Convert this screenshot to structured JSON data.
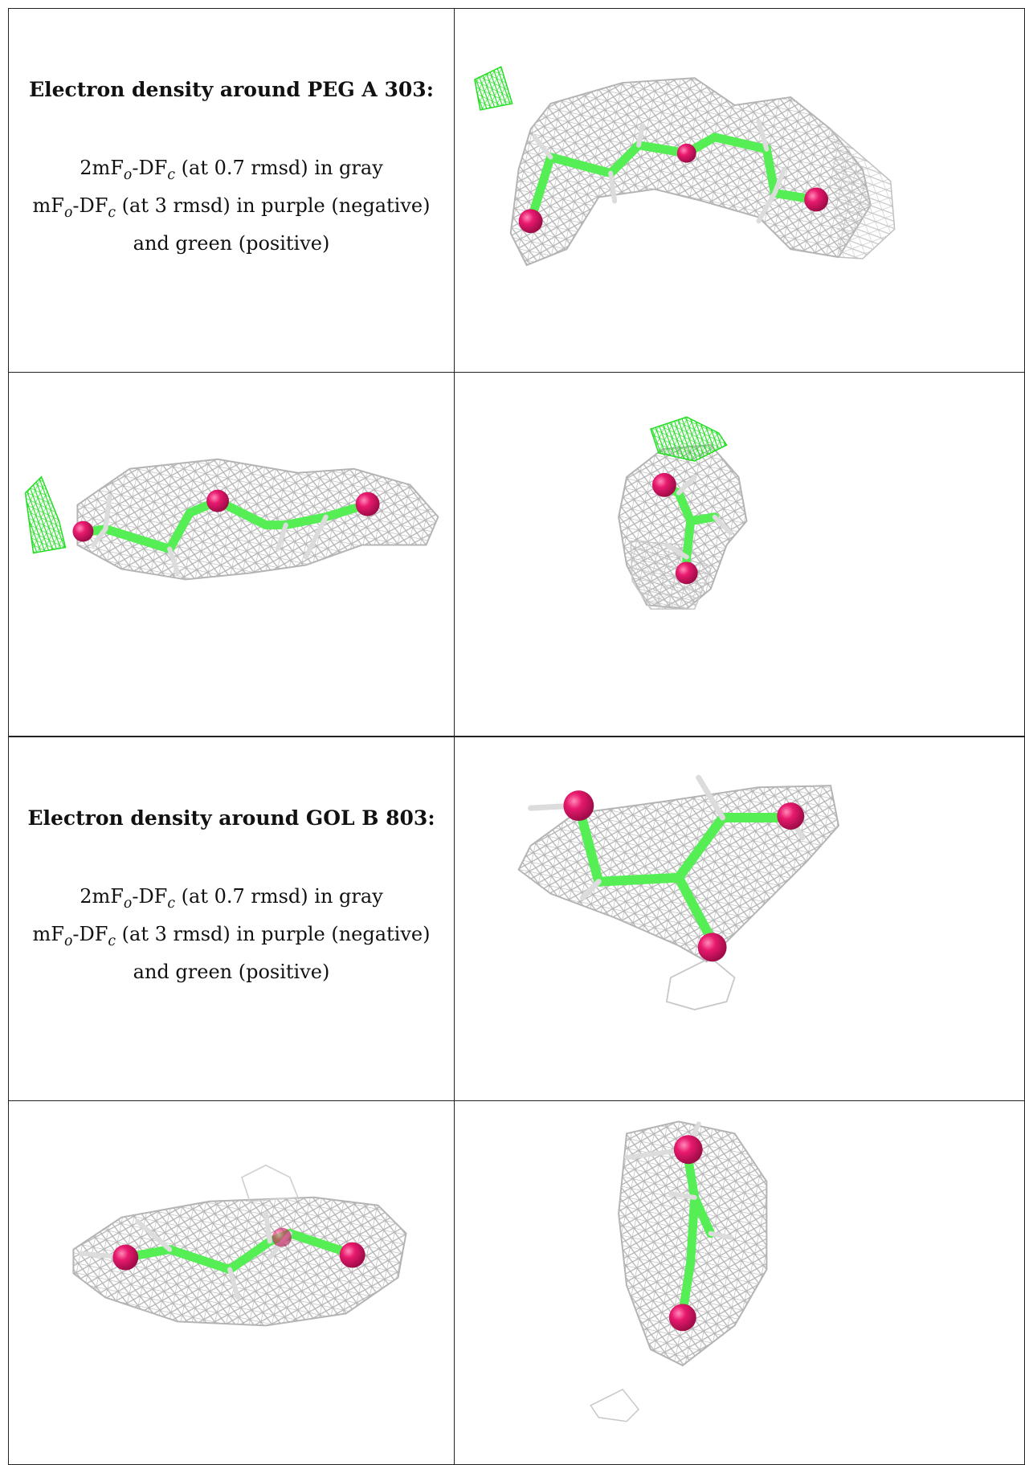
{
  "colors": {
    "mesh_2fo": "#b4b4b4",
    "mesh_positive": "#22dd22",
    "carbon_bond": "#55ee55",
    "oxygen_atom": "#e8196e",
    "hydrogen": "#dcdcdc",
    "border": "#222222"
  },
  "panels": [
    {
      "heading": "Electron density around PEG A 303:",
      "legend": {
        "line1_prefix": "2mF",
        "line1_sub1": "o",
        "line1_mid": "-DF",
        "line1_sub2": "c",
        "line1_suffix": " (at 0.7 rmsd) in gray",
        "line2_prefix": "mF",
        "line2_sub1": "o",
        "line2_mid": "-DF",
        "line2_sub2": "c",
        "line2_suffix": " (at 3 rmsd) in purple (negative)",
        "line3": "and green (positive)"
      },
      "views": [
        "peg-view-1",
        "peg-view-2",
        "peg-view-3"
      ]
    },
    {
      "heading": "Electron density around GOL B 803:",
      "legend": {
        "line1_prefix": "2mF",
        "line1_sub1": "o",
        "line1_mid": "-DF",
        "line1_sub2": "c",
        "line1_suffix": " (at 0.7 rmsd) in gray",
        "line2_prefix": "mF",
        "line2_sub1": "o",
        "line2_mid": "-DF",
        "line2_sub2": "c",
        "line2_suffix": " (at 3 rmsd) in purple (negative)",
        "line3": "and green (positive)"
      },
      "views": [
        "gol-view-1",
        "gol-view-2",
        "gol-view-3"
      ]
    }
  ]
}
